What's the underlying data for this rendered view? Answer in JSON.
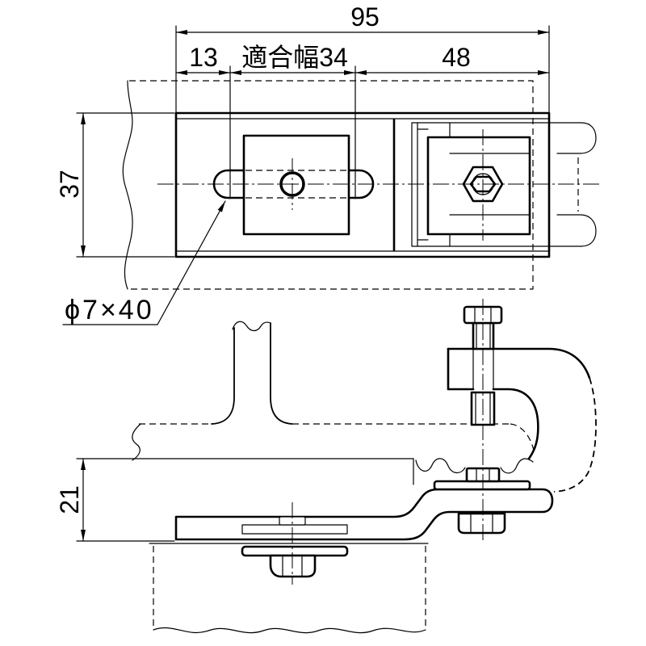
{
  "drawing": {
    "dim_overall": "95",
    "dim_left_offset": "13",
    "dim_fit_width": "適合幅34",
    "dim_clamp": "48",
    "dim_plate_width": "37",
    "dim_height": "21",
    "slot_label": "ϕ7×40"
  },
  "colors": {
    "line": "#000000",
    "background": "#ffffff"
  }
}
